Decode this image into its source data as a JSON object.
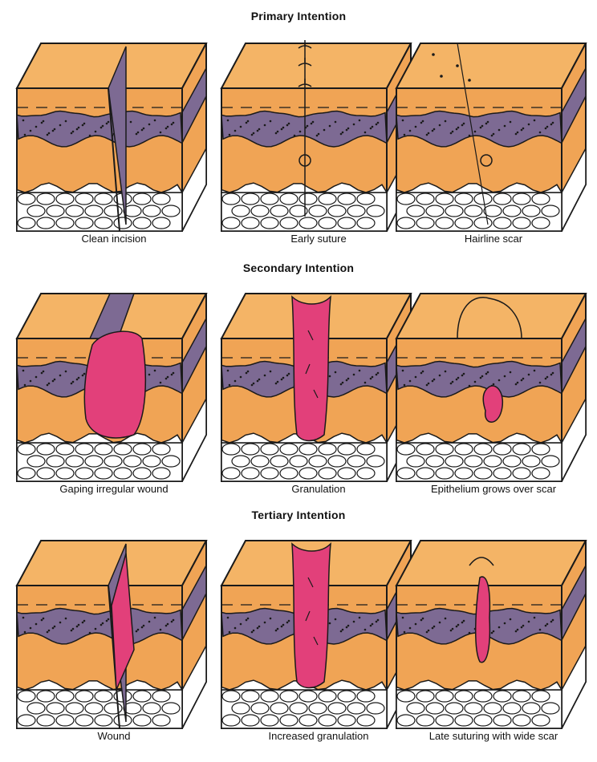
{
  "sections": [
    {
      "title": "Primary Intention",
      "panels": [
        {
          "caption": "Clean incision",
          "type": "clean-incision"
        },
        {
          "caption": "Early suture",
          "type": "early-suture"
        },
        {
          "caption": "Hairline scar",
          "type": "hairline-scar"
        }
      ]
    },
    {
      "title": "Secondary Intention",
      "panels": [
        {
          "caption": "Gaping irregular wound",
          "type": "gaping-wound"
        },
        {
          "caption": "Granulation",
          "type": "granulation"
        },
        {
          "caption": "Epithelium grows over scar",
          "type": "epithelium"
        }
      ]
    },
    {
      "title": "Tertiary Intention",
      "panels": [
        {
          "caption": "Wound",
          "type": "wound"
        },
        {
          "caption": "Increased granulation",
          "type": "increased-granulation"
        },
        {
          "caption": "Late suturing with wide scar",
          "type": "late-suturing"
        }
      ]
    }
  ],
  "colors": {
    "skin": "#f0a455",
    "skin_light": "#f4b466",
    "dermis": "#7d6a93",
    "fat": "#ffffff",
    "wound": "#e2407a",
    "outline": "#1a1a1a"
  }
}
